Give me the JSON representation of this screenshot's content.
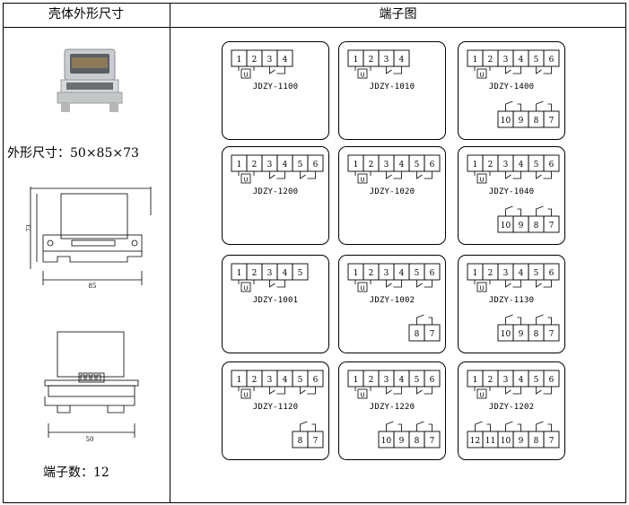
{
  "headers": {
    "left": "壳体外形尺寸",
    "right": "端子图"
  },
  "dimensions_text": "外形尺寸：50×85×73",
  "terminal_count_text": "端子数：12",
  "drawing": {
    "height_label": "73",
    "length_label": "85",
    "width_label": "50"
  },
  "diagrams": [
    {
      "model": "JDZY-1100",
      "top": [
        "1",
        "2",
        "3",
        "4"
      ],
      "bottom": []
    },
    {
      "model": "JDZY-1010",
      "top": [
        "1",
        "2",
        "3",
        "4"
      ],
      "bottom": []
    },
    {
      "model": "JDZY-1400",
      "top": [
        "1",
        "2",
        "3",
        "4",
        "5",
        "6"
      ],
      "bottom": [
        "10",
        "9",
        "8",
        "7"
      ]
    },
    {
      "model": "JDZY-1200",
      "top": [
        "1",
        "2",
        "3",
        "4",
        "5",
        "6"
      ],
      "bottom": []
    },
    {
      "model": "JDZY-1020",
      "top": [
        "1",
        "2",
        "3",
        "4",
        "5",
        "6"
      ],
      "bottom": []
    },
    {
      "model": "JDZY-1040",
      "top": [
        "1",
        "2",
        "3",
        "4",
        "5",
        "6"
      ],
      "bottom": [
        "10",
        "9",
        "8",
        "7"
      ]
    },
    {
      "model": "JDZY-1001",
      "top": [
        "1",
        "2",
        "3",
        "4",
        "5"
      ],
      "bottom": []
    },
    {
      "model": "JDZY-1002",
      "top": [
        "1",
        "2",
        "3",
        "4",
        "5",
        "6"
      ],
      "bottom": [
        "8",
        "7"
      ]
    },
    {
      "model": "JDZY-1130",
      "top": [
        "1",
        "2",
        "3",
        "4",
        "5",
        "6"
      ],
      "bottom": [
        "10",
        "9",
        "8",
        "7"
      ]
    },
    {
      "model": "JDZY-1120",
      "top": [
        "1",
        "2",
        "3",
        "4",
        "5",
        "6"
      ],
      "bottom": [
        "8",
        "7"
      ]
    },
    {
      "model": "JDZY-1220",
      "top": [
        "1",
        "2",
        "3",
        "4",
        "5",
        "6"
      ],
      "bottom": [
        "10",
        "9",
        "8",
        "7"
      ]
    },
    {
      "model": "JDZY-1202",
      "top": [
        "1",
        "2",
        "3",
        "4",
        "5",
        "6"
      ],
      "bottom": [
        "12",
        "11",
        "10",
        "9",
        "8",
        "7"
      ]
    }
  ],
  "coil_symbol": "U"
}
